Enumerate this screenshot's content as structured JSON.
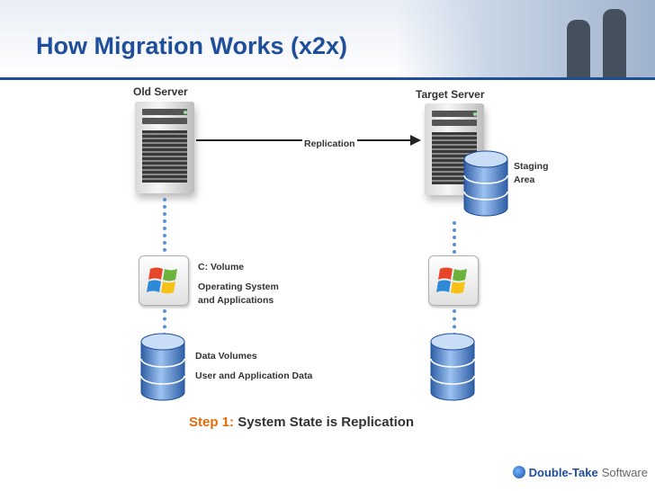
{
  "title": "How Migration Works (x2x)",
  "old_server": {
    "label": "Old Server"
  },
  "target_server": {
    "label": "Target Server"
  },
  "replication_label": "Replication",
  "staging": {
    "line1": "Staging",
    "line2": "Area"
  },
  "c_volume": {
    "title": "C: Volume",
    "line1": "Operating System",
    "line2": "and Applications"
  },
  "data_volumes": {
    "title": "Data Volumes",
    "line1": "User and Application Data"
  },
  "step": {
    "number": "Step 1:",
    "text": "System State is Replication"
  },
  "brand": {
    "name": "Double-Take",
    "suffix": "Software"
  },
  "colors": {
    "title": "#1f4e9b",
    "step_number": "#e36c0a",
    "dotted_line": "#5b8fd6"
  },
  "icons": [
    "server-icon",
    "database-icon",
    "windows-logo-icon",
    "arrow-right-icon"
  ]
}
